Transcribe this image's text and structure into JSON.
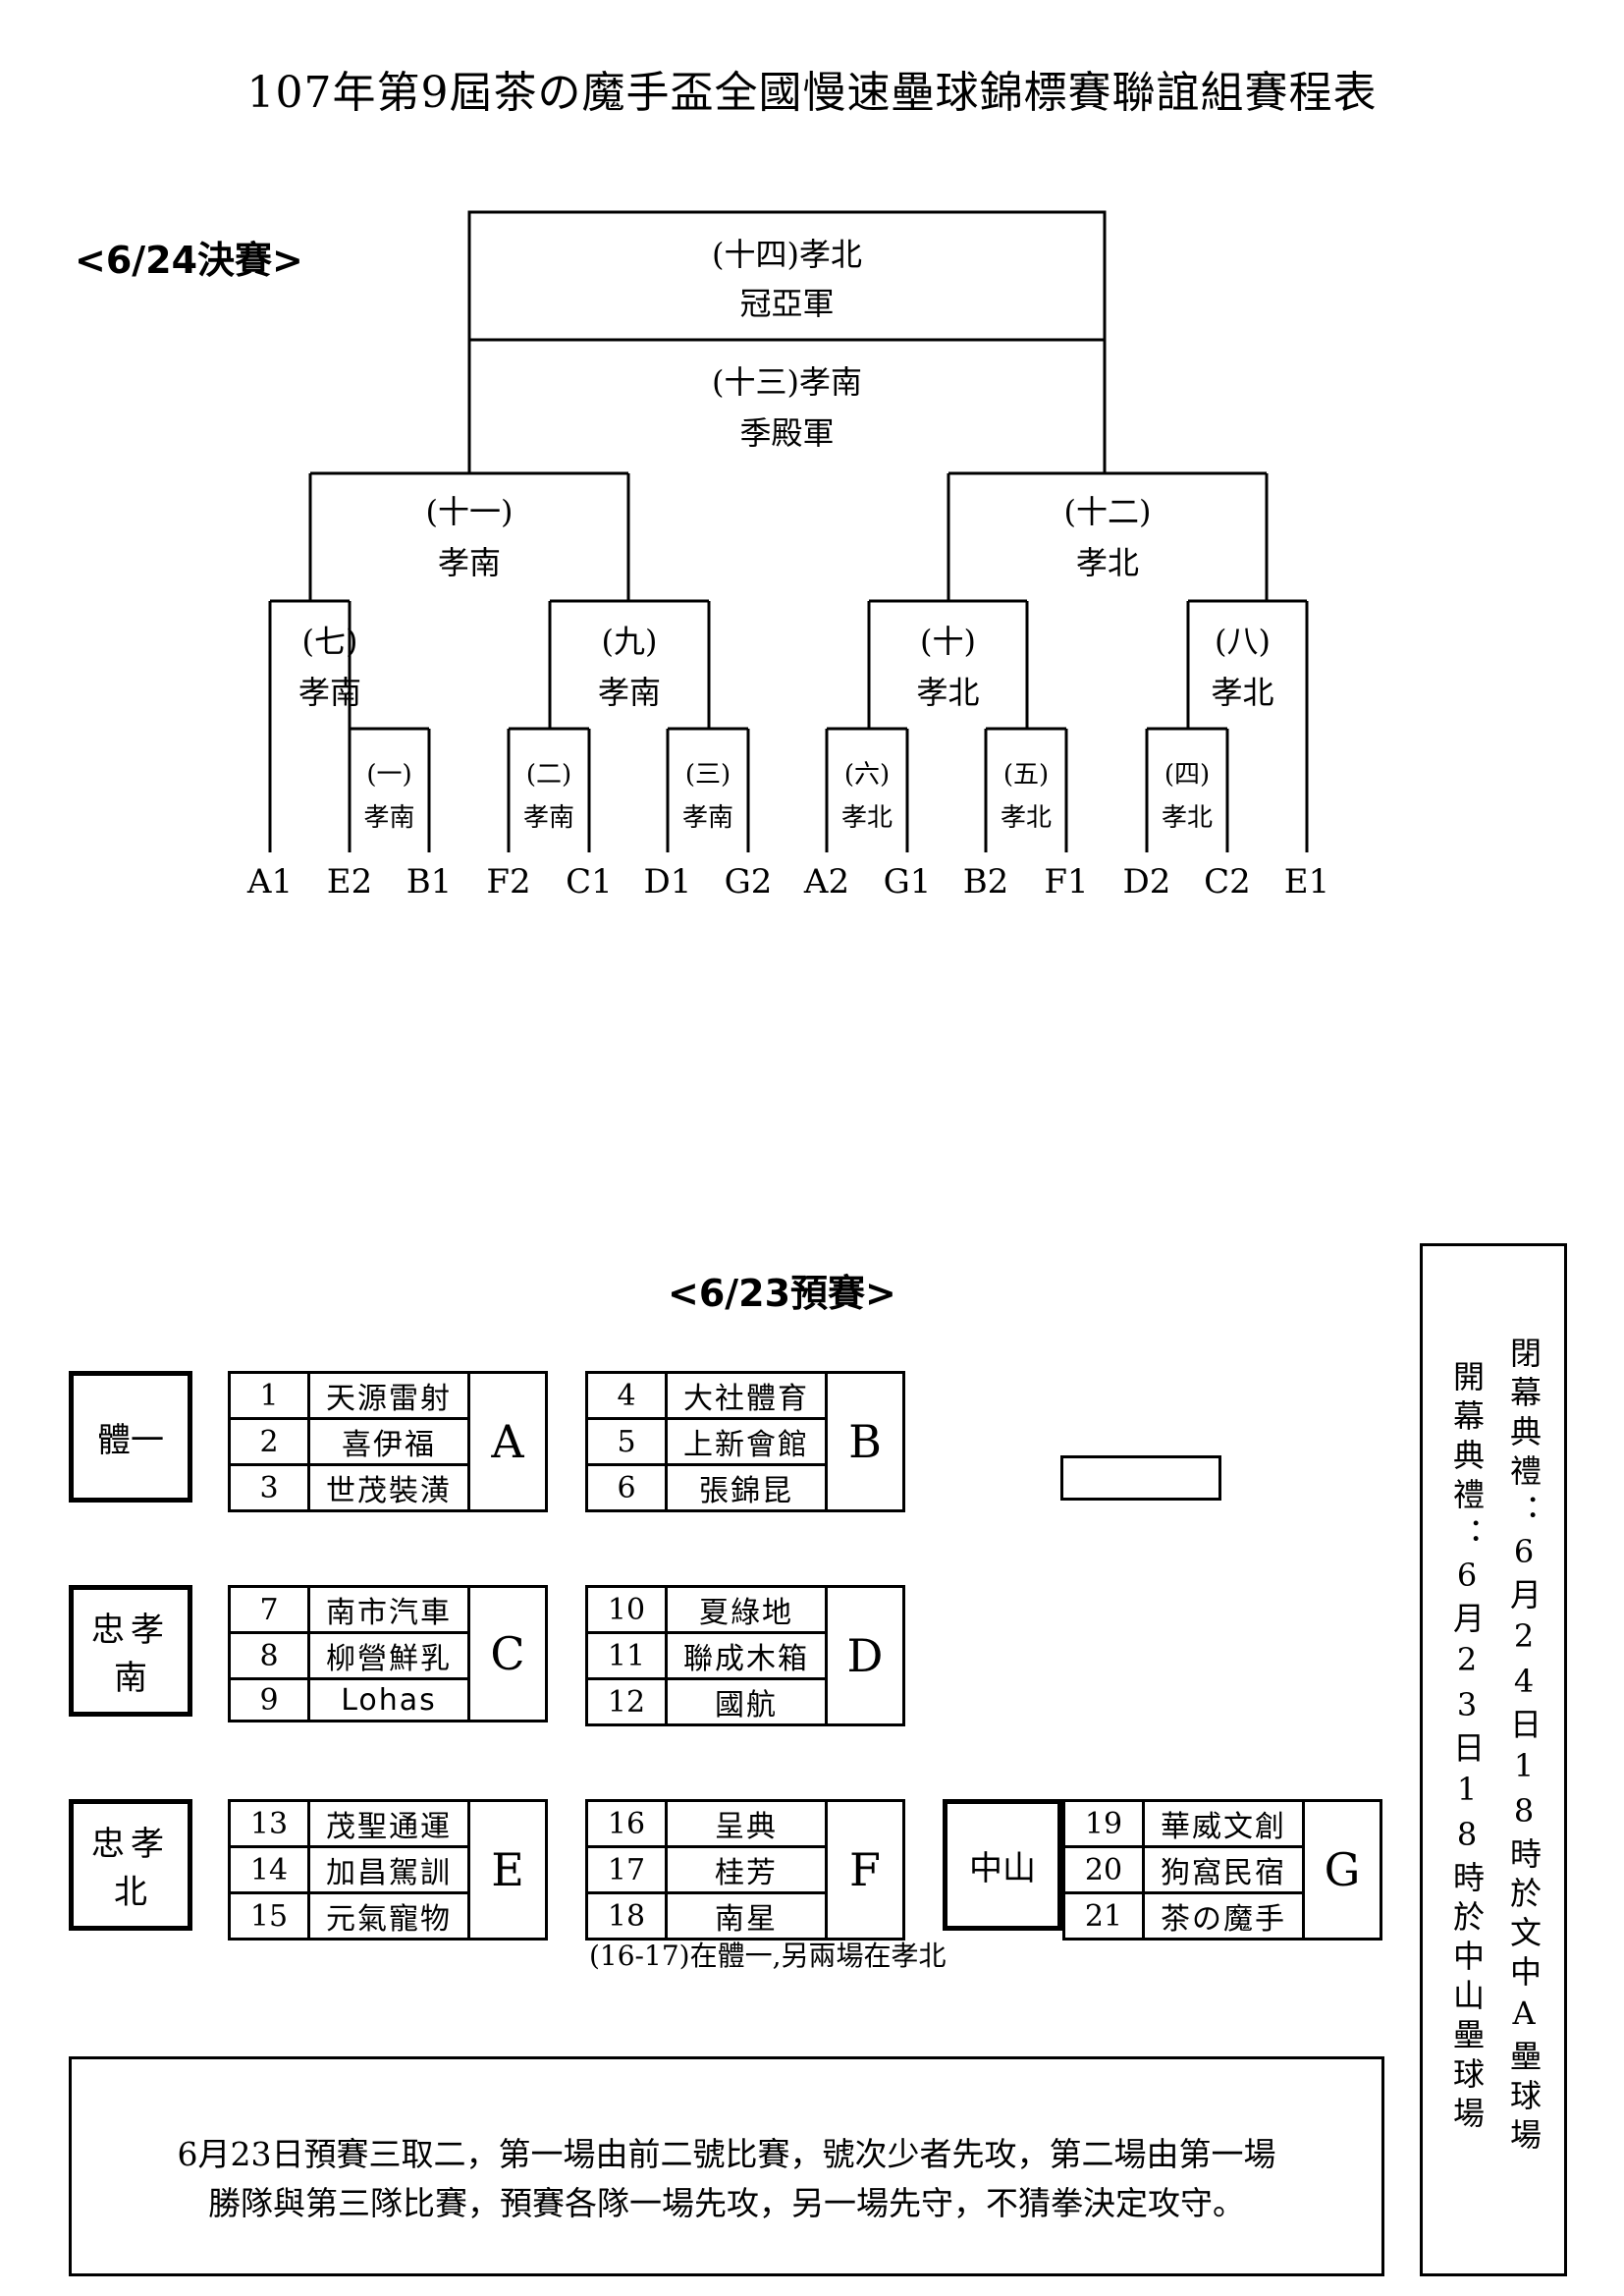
{
  "title": "107年第9屆茶の魔手盃全國慢速壘球錦標賽聯誼組賽程表",
  "final_section_label": "<6/24決賽>",
  "prelim_section_label": "<6/23預賽>",
  "bracket": {
    "champion": {
      "game": "(十四)孝北",
      "label": "冠亞軍"
    },
    "third_place": {
      "game": "(十三)孝南",
      "label": "季殿軍"
    },
    "semis": [
      {
        "game": "(十一)",
        "winner": "孝南"
      },
      {
        "game": "(十二)",
        "winner": "孝北"
      }
    ],
    "quarters": [
      {
        "game": "(七)",
        "winner": "孝南"
      },
      {
        "game": "(九)",
        "winner": "孝南"
      },
      {
        "game": "(十)",
        "winner": "孝北"
      },
      {
        "game": "(八)",
        "winner": "孝北"
      }
    ],
    "first_round": [
      {
        "game": "(一)",
        "winner": "孝南"
      },
      {
        "game": "(二)",
        "winner": "孝南"
      },
      {
        "game": "(三)",
        "winner": "孝南"
      },
      {
        "game": "(六)",
        "winner": "孝北"
      },
      {
        "game": "(五)",
        "winner": "孝北"
      },
      {
        "game": "(四)",
        "winner": "孝北"
      }
    ],
    "seeds": [
      "A1",
      "E2",
      "B1",
      "F2",
      "C1",
      "D1",
      "G2",
      "A2",
      "G1",
      "B2",
      "F1",
      "D2",
      "C2",
      "E1"
    ]
  },
  "venues": {
    "v1": "體一",
    "v2_line1": "忠孝",
    "v2_line2": "南",
    "v3_line1": "忠孝",
    "v3_line2": "北",
    "v4": "中山"
  },
  "groups": [
    {
      "letter": "A",
      "teams": [
        {
          "no": "1",
          "name": "天源雷射"
        },
        {
          "no": "2",
          "name": "喜伊福"
        },
        {
          "no": "3",
          "name": "世茂裝潢"
        }
      ]
    },
    {
      "letter": "B",
      "teams": [
        {
          "no": "4",
          "name": "大社體育"
        },
        {
          "no": "5",
          "name": "上新會館"
        },
        {
          "no": "6",
          "name": "張錦昆"
        }
      ]
    },
    {
      "letter": "C",
      "teams": [
        {
          "no": "7",
          "name": "南市汽車"
        },
        {
          "no": "8",
          "name": "柳營鮮乳"
        },
        {
          "no": "9",
          "name": "Lohas"
        }
      ]
    },
    {
      "letter": "D",
      "teams": [
        {
          "no": "10",
          "name": "夏綠地"
        },
        {
          "no": "11",
          "name": "聯成木箱"
        },
        {
          "no": "12",
          "name": "國航"
        }
      ]
    },
    {
      "letter": "E",
      "teams": [
        {
          "no": "13",
          "name": "茂聖通運"
        },
        {
          "no": "14",
          "name": "加昌駕訓"
        },
        {
          "no": "15",
          "name": "元氣寵物"
        }
      ]
    },
    {
      "letter": "F",
      "teams": [
        {
          "no": "16",
          "name": "呈典"
        },
        {
          "no": "17",
          "name": "桂芳"
        },
        {
          "no": "18",
          "name": "南星"
        }
      ]
    },
    {
      "letter": "G",
      "teams": [
        {
          "no": "19",
          "name": "華威文創"
        },
        {
          "no": "20",
          "name": "狗窩民宿"
        },
        {
          "no": "21",
          "name": "茶の魔手"
        }
      ]
    }
  ],
  "group_f_note": "(16-17)在體一,另兩場在孝北",
  "rules_line1": "6月23日預賽三取二，第一場由前二號比賽，號次少者先攻，第二場由第一場",
  "rules_line2": "勝隊與第三隊比賽，預賽各隊一場先攻，另一場先守，不猜拳決定攻守。",
  "ceremony_right": "閉幕典禮：6月24日18時於文中A壘球場",
  "ceremony_left": "開幕典禮：6月23日18時於中山壘球場"
}
